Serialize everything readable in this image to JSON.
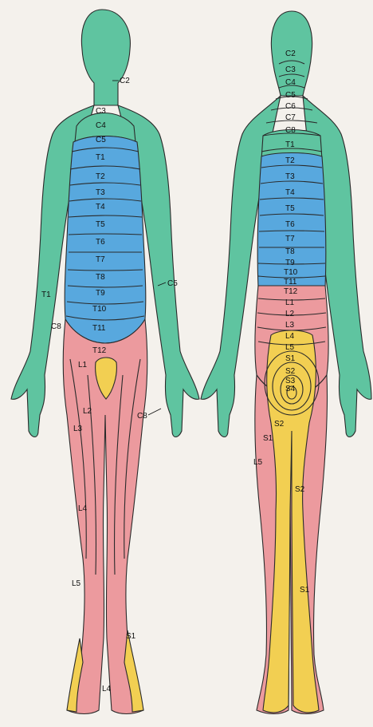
{
  "colors": {
    "background": "#f4f1ec",
    "cervical": "#5fc4a0",
    "thoracic": "#58a8de",
    "lumbar": "#ec9a9e",
    "sacral": "#f2cf52",
    "outline": "#2a2a2a"
  },
  "front_view": {
    "labels": {
      "c2": "C2",
      "c3": "C3",
      "c4": "C4",
      "c5_neck": "C5",
      "t1": "T1",
      "t2": "T2",
      "t3": "T3",
      "t4": "T4",
      "t5": "T5",
      "t6": "T6",
      "t7": "T7",
      "t8": "T8",
      "t9": "T9",
      "t10": "T10",
      "t11": "T11",
      "t12": "T12",
      "c5_arm": "C5",
      "t1_arm": "T1",
      "c8_left": "C8",
      "c8_right": "C8",
      "l1": "L1",
      "l2": "L2",
      "l3": "L3",
      "l4_knee": "L4",
      "l5": "L5",
      "s1": "S1",
      "l4_foot": "L4"
    }
  },
  "back_view": {
    "labels": {
      "c2": "C2",
      "c3": "C3",
      "c4": "C4",
      "c5": "C5",
      "c6": "C6",
      "c7": "C7",
      "c8": "C8",
      "t1": "T1",
      "t2": "T2",
      "t3": "T3",
      "t4": "T4",
      "t5": "T5",
      "t6": "T6",
      "t7": "T7",
      "t8": "T8",
      "t9": "T9",
      "t10": "T10",
      "t11": "T11",
      "t12": "T12",
      "l1": "L1",
      "l2": "L2",
      "l3": "L3",
      "l4": "L4",
      "l5_back": "L5",
      "s1": "S1",
      "s2": "S2",
      "s3": "S3",
      "s4": "S4",
      "s2_lower": "S2",
      "s1_leg": "S1",
      "l5_leg": "L5",
      "s2_leg": "S2",
      "s1_calf": "S1"
    }
  }
}
